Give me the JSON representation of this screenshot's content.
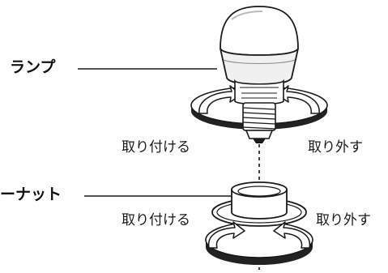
{
  "labels": {
    "lamp": "ランプ",
    "nut": "ーナット",
    "attach_top": "取り付ける",
    "remove_top": "取り外す",
    "attach_bottom": "取り付ける",
    "remove_bottom": "取り外す"
  },
  "colors": {
    "line": "#1a1a1a",
    "fill_white": "#ffffff",
    "fill_light": "#f0f0f0",
    "fill_dark": "#222222"
  },
  "icons": {
    "rotate_left": "curved-arrow-left",
    "rotate_right": "curved-arrow-right"
  }
}
